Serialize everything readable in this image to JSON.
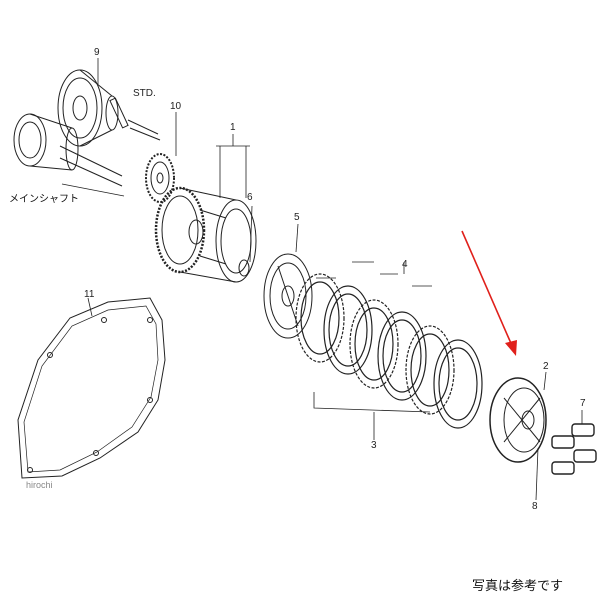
{
  "diagram": {
    "callouts": {
      "p1": "1",
      "p2": "2",
      "p3": "3",
      "p4": "4",
      "p5": "5",
      "p6": "6",
      "p7": "7",
      "p8": "8",
      "p9": "9",
      "p10": "10",
      "p11": "11",
      "std": "STD."
    },
    "main_shaft_label": "メインシャフト",
    "watermark": "hirochi",
    "footer_note": "写真は参考です"
  },
  "colors": {
    "line": "#222222",
    "arrow": "#e0201b"
  }
}
